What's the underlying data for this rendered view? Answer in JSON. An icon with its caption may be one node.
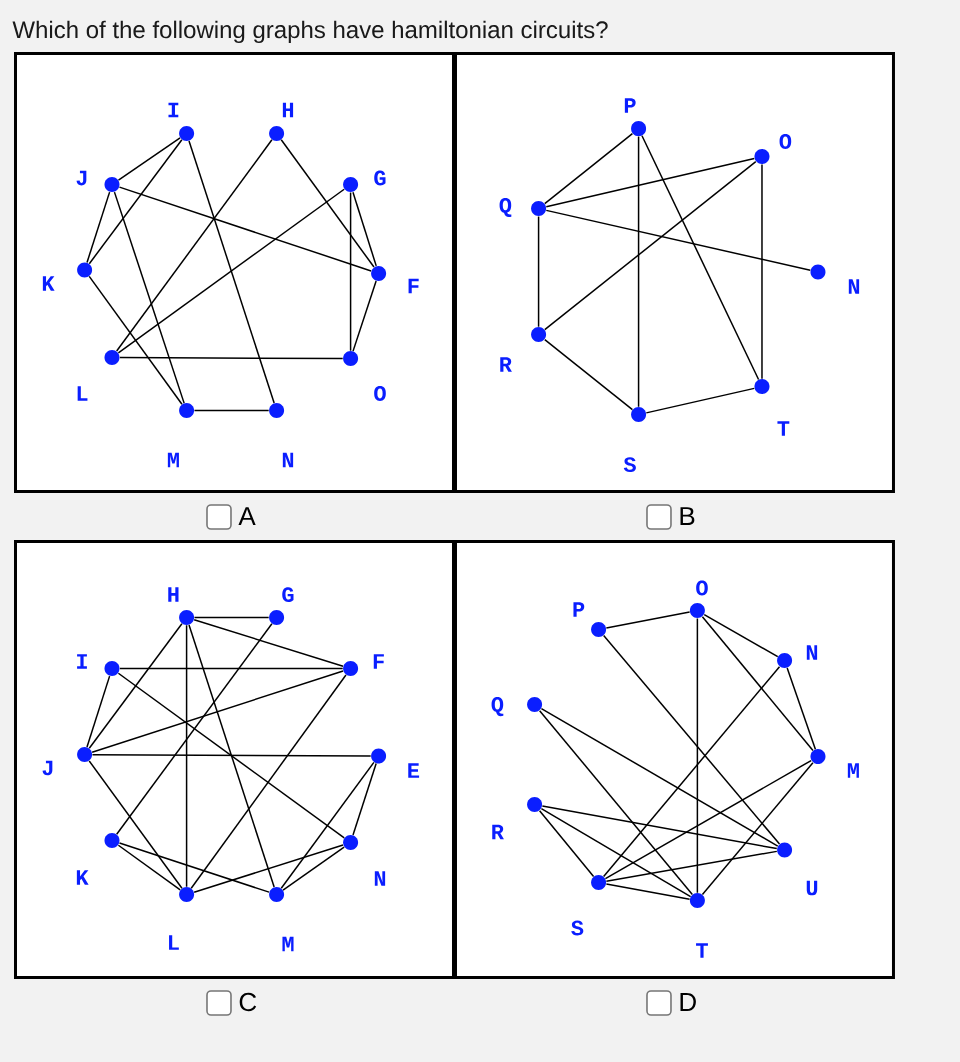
{
  "diagram": {
    "title": "Which of the following graphs have hamiltonian circuits?",
    "nodes": [
      {
        "text": [],
        "shape": "box",
        "beside": [
          "A"
        ]
      },
      {
        "text": [],
        "shape": "circle",
        "beside": [
          "I"
        ],
        "in": 0
      },
      {
        "text": [],
        "shape": "circle",
        "beside": [
          "H"
        ],
        "in": 0
      },
      {
        "text": [],
        "shape": "circle",
        "beside": [
          "J"
        ],
        "in": 0
      },
      {
        "text": [],
        "shape": "circle",
        "beside": [
          "G"
        ],
        "in": 0
      },
      {
        "text": [],
        "shape": "circle",
        "beside": [
          "K"
        ],
        "in": 0
      },
      {
        "text": [],
        "shape": "circle",
        "beside": [
          "F"
        ],
        "in": 0
      },
      {
        "text": [],
        "shape": "circle",
        "beside": [
          "L"
        ],
        "in": 0
      },
      {
        "text": [],
        "shape": "circle",
        "beside": [
          "O"
        ],
        "in": 0
      },
      {
        "text": [],
        "shape": "circle",
        "beside": [
          "M"
        ],
        "in": 0
      },
      {
        "text": [],
        "shape": "circle",
        "beside": [
          "N"
        ],
        "in": 0
      },
      {
        "text": [],
        "shape": "box",
        "beside": [
          "B"
        ]
      },
      {
        "text": [],
        "shape": "circle",
        "beside": [
          "P"
        ],
        "in": 11
      },
      {
        "text": [],
        "shape": "circle",
        "beside": [
          "O"
        ],
        "in": 11
      },
      {
        "text": [],
        "shape": "circle",
        "beside": [
          "Q"
        ],
        "in": 11
      },
      {
        "text": [],
        "shape": "circle",
        "beside": [
          "N"
        ],
        "in": 11
      },
      {
        "text": [],
        "shape": "circle",
        "beside": [
          "R"
        ],
        "in": 11
      },
      {
        "text": [],
        "shape": "circle",
        "beside": [
          "T"
        ],
        "in": 11
      },
      {
        "text": [],
        "shape": "circle",
        "beside": [
          "S"
        ],
        "in": 11
      },
      {
        "text": [],
        "shape": "box",
        "beside": [
          "C"
        ]
      },
      {
        "text": [],
        "shape": "circle",
        "beside": [
          "H"
        ],
        "in": 19
      },
      {
        "text": [],
        "shape": "circle",
        "beside": [
          "G"
        ],
        "in": 19
      },
      {
        "text": [],
        "shape": "circle",
        "beside": [
          "I"
        ],
        "in": 19
      },
      {
        "text": [],
        "shape": "circle",
        "beside": [
          "F"
        ],
        "in": 19
      },
      {
        "text": [],
        "shape": "circle",
        "beside": [
          "J"
        ],
        "in": 19
      },
      {
        "text": [],
        "shape": "circle",
        "beside": [
          "E"
        ],
        "in": 19
      },
      {
        "text": [],
        "shape": "circle",
        "beside": [
          "K"
        ],
        "in": 19
      },
      {
        "text": [],
        "shape": "circle",
        "beside": [
          "N"
        ],
        "in": 19
      },
      {
        "text": [],
        "shape": "circle",
        "beside": [
          "L"
        ],
        "in": 19
      },
      {
        "text": [],
        "shape": "circle",
        "beside": [
          "M"
        ],
        "in": 19
      },
      {
        "text": [],
        "shape": "box",
        "beside": [
          "D"
        ]
      },
      {
        "text": [],
        "shape": "circle",
        "beside": [
          "O"
        ],
        "in": 30
      },
      {
        "text": [],
        "shape": "circle",
        "beside": [
          "P"
        ],
        "in": 30
      },
      {
        "text": [],
        "shape": "circle",
        "beside": [
          "N"
        ],
        "in": 30
      },
      {
        "text": [],
        "shape": "circle",
        "beside": [
          "Q"
        ],
        "in": 30
      },
      {
        "text": [],
        "shape": "circle",
        "beside": [
          "M"
        ],
        "in": 30
      },
      {
        "text": [],
        "shape": "circle",
        "beside": [
          "R"
        ],
        "in": 30
      },
      {
        "text": [],
        "shape": "circle",
        "beside": [
          "U"
        ],
        "in": 30
      },
      {
        "text": [],
        "shape": "circle",
        "beside": [
          "S"
        ],
        "in": 30
      },
      {
        "text": [],
        "shape": "circle",
        "beside": [
          "T"
        ],
        "in": 30
      }
    ],
    "edges": [
      {
        "from": 1,
        "to": 3,
        "arrow": "none"
      },
      {
        "from": 1,
        "to": 5,
        "arrow": "none"
      },
      {
        "from": 1,
        "to": 10,
        "arrow": "none"
      },
      {
        "from": 3,
        "to": 5,
        "arrow": "none"
      },
      {
        "from": 3,
        "to": 6,
        "arrow": "none"
      },
      {
        "from": 3,
        "to": 9,
        "arrow": "none"
      },
      {
        "from": 5,
        "to": 9,
        "arrow": "none"
      },
      {
        "from": 2,
        "to": 7,
        "arrow": "none"
      },
      {
        "from": 2,
        "to": 6,
        "arrow": "none"
      },
      {
        "from": 4,
        "to": 7,
        "arrow": "none"
      },
      {
        "from": 4,
        "to": 6,
        "arrow": "none"
      },
      {
        "from": 4,
        "to": 8,
        "arrow": "none"
      },
      {
        "from": 6,
        "to": 8,
        "arrow": "none"
      },
      {
        "from": 7,
        "to": 8,
        "arrow": "none"
      },
      {
        "from": 9,
        "to": 10,
        "arrow": "none"
      },
      {
        "from": 12,
        "to": 14,
        "arrow": "none"
      },
      {
        "from": 12,
        "to": 18,
        "arrow": "none"
      },
      {
        "from": 12,
        "to": 17,
        "arrow": "none"
      },
      {
        "from": 14,
        "to": 13,
        "arrow": "none"
      },
      {
        "from": 14,
        "to": 15,
        "arrow": "none"
      },
      {
        "from": 14,
        "to": 16,
        "arrow": "none"
      },
      {
        "from": 13,
        "to": 16,
        "arrow": "none"
      },
      {
        "from": 13,
        "to": 17,
        "arrow": "none"
      },
      {
        "from": 16,
        "to": 18,
        "arrow": "none"
      },
      {
        "from": 18,
        "to": 17,
        "arrow": "none"
      },
      {
        "from": 20,
        "to": 21,
        "arrow": "none"
      },
      {
        "from": 20,
        "to": 23,
        "arrow": "none"
      },
      {
        "from": 20,
        "to": 24,
        "arrow": "none"
      },
      {
        "from": 20,
        "to": 28,
        "arrow": "none"
      },
      {
        "from": 20,
        "to": 29,
        "arrow": "none"
      },
      {
        "from": 21,
        "to": 26,
        "arrow": "none"
      },
      {
        "from": 22,
        "to": 23,
        "arrow": "none"
      },
      {
        "from": 22,
        "to": 24,
        "arrow": "none"
      },
      {
        "from": 22,
        "to": 27,
        "arrow": "none"
      },
      {
        "from": 23,
        "to": 24,
        "arrow": "none"
      },
      {
        "from": 23,
        "to": 28,
        "arrow": "none"
      },
      {
        "from": 24,
        "to": 25,
        "arrow": "none"
      },
      {
        "from": 24,
        "to": 28,
        "arrow": "none"
      },
      {
        "from": 25,
        "to": 27,
        "arrow": "none"
      },
      {
        "from": 25,
        "to": 29,
        "arrow": "none"
      },
      {
        "from": 26,
        "to": 28,
        "arrow": "none"
      },
      {
        "from": 26,
        "to": 29,
        "arrow": "none"
      },
      {
        "from": 28,
        "to": 27,
        "arrow": "none"
      },
      {
        "from": 29,
        "to": 27,
        "arrow": "none"
      },
      {
        "from": 32,
        "to": 31,
        "arrow": "none"
      },
      {
        "from": 32,
        "to": 37,
        "arrow": "none"
      },
      {
        "from": 31,
        "to": 33,
        "arrow": "none"
      },
      {
        "from": 31,
        "to": 35,
        "arrow": "none"
      },
      {
        "from": 31,
        "to": 39,
        "arrow": "none"
      },
      {
        "from": 33,
        "to": 35,
        "arrow": "none"
      },
      {
        "from": 33,
        "to": 38,
        "arrow": "none"
      },
      {
        "from": 34,
        "to": 37,
        "arrow": "none"
      },
      {
        "from": 34,
        "to": 39,
        "arrow": "none"
      },
      {
        "from": 35,
        "to": 38,
        "arrow": "none"
      },
      {
        "from": 35,
        "to": 39,
        "arrow": "none"
      },
      {
        "from": 36,
        "to": 37,
        "arrow": "none"
      },
      {
        "from": 36,
        "to": 38,
        "arrow": "none"
      },
      {
        "from": 36,
        "to": 39,
        "arrow": "none"
      },
      {
        "from": 38,
        "to": 37,
        "arrow": "none"
      },
      {
        "from": 38,
        "to": 39,
        "arrow": "none"
      }
    ]
  }
}
